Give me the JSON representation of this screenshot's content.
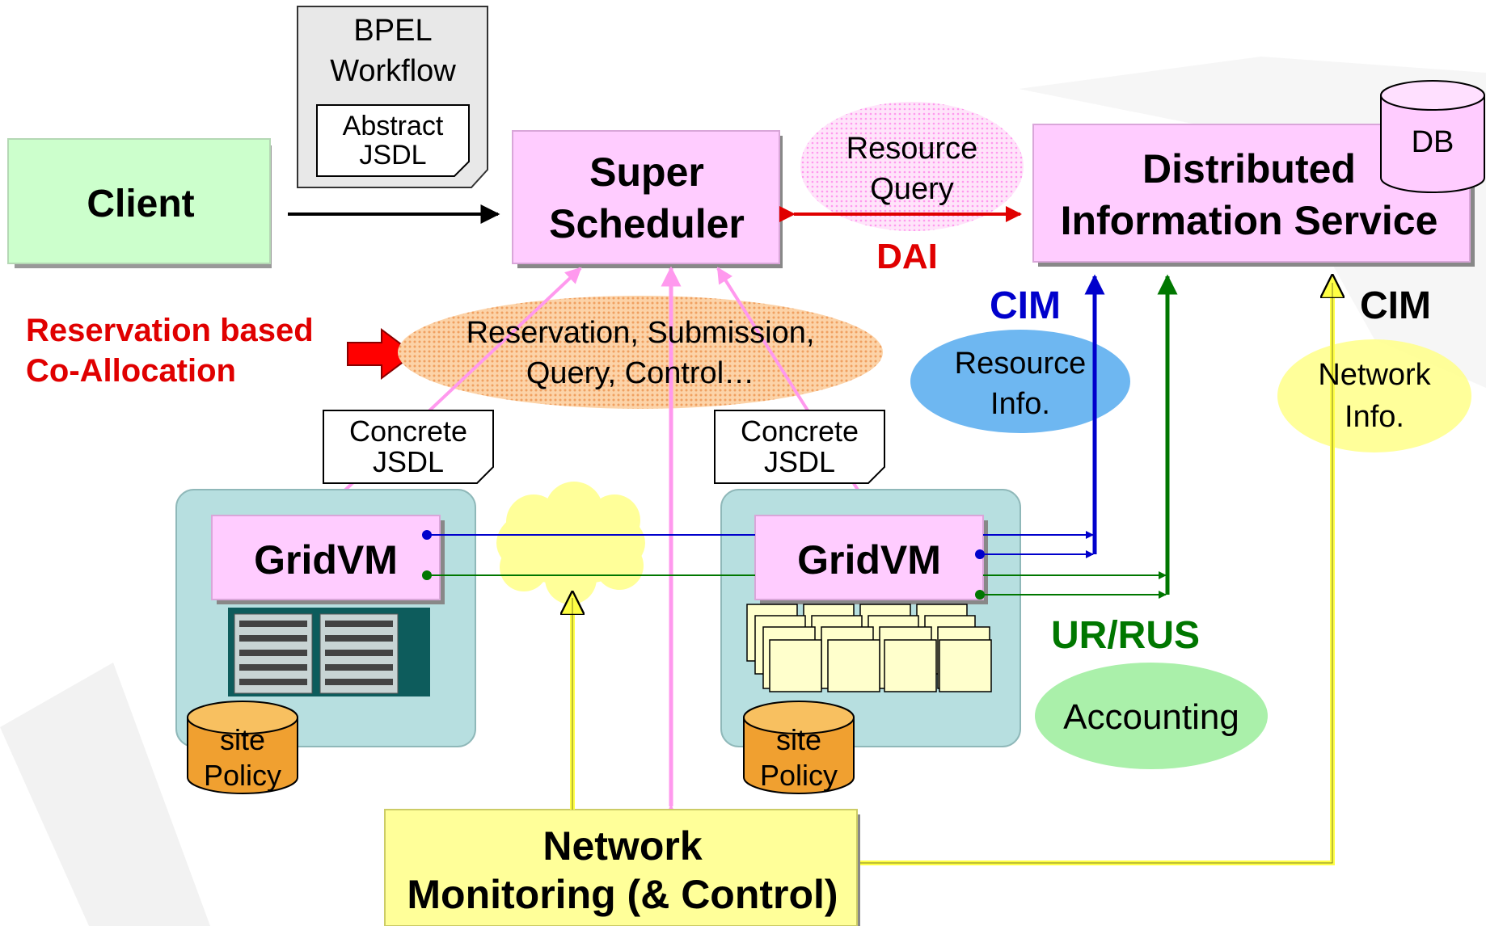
{
  "doc": {
    "line1": "BPEL",
    "line2": "Workflow",
    "inner_line1": "Abstract",
    "inner_line2": "JSDL"
  },
  "client": {
    "label": "Client"
  },
  "super_scheduler": {
    "line1": "Super",
    "line2": "Scheduler"
  },
  "resource_query": {
    "line1": "Resource",
    "line2": "Query"
  },
  "dai": {
    "label": "DAI"
  },
  "dis": {
    "line1": "Distributed",
    "line2": "Information Service"
  },
  "db": {
    "label": "DB"
  },
  "reservation_label": {
    "line1": "Reservation based",
    "line2": "Co-Allocation"
  },
  "reservation_ellipse": {
    "line1": "Reservation, Submission,",
    "line2": "Query, Control…"
  },
  "cim_left": {
    "label": "CIM"
  },
  "cim_right": {
    "label": "CIM"
  },
  "resource_info": {
    "line1": "Resource",
    "line2": "Info."
  },
  "network_info": {
    "line1": "Network",
    "line2": "Info."
  },
  "concrete_jsdl_left": {
    "line1": "Concrete",
    "line2": "JSDL"
  },
  "concrete_jsdl_right": {
    "line1": "Concrete",
    "line2": "JSDL"
  },
  "gridvm_left": {
    "label": "GridVM"
  },
  "gridvm_right": {
    "label": "GridVM"
  },
  "site_policy_left": {
    "line1": "site",
    "line2": "Policy"
  },
  "site_policy_right": {
    "line1": "site",
    "line2": "Policy"
  },
  "ur_rus": {
    "label": "UR/RUS"
  },
  "accounting": {
    "label": "Accounting"
  },
  "network_monitoring": {
    "line1": "Network",
    "line2": "Monitoring (& Control)"
  },
  "colors": {
    "client_fill": "#ccffcc",
    "scheduler_fill": "#ffccff",
    "site_fill": "#b7dfe0",
    "reservation_fill": "#f8b878",
    "resource_info_fill": "#55aaee",
    "network_info_fill": "#ffff88",
    "accounting_fill": "#aaf0aa",
    "monitoring_fill": "#ffff99",
    "policy_fill": "#f0a030",
    "red": "#e00000",
    "blue": "#0000cc",
    "green": "#007700",
    "pink": "#ff99ee"
  }
}
